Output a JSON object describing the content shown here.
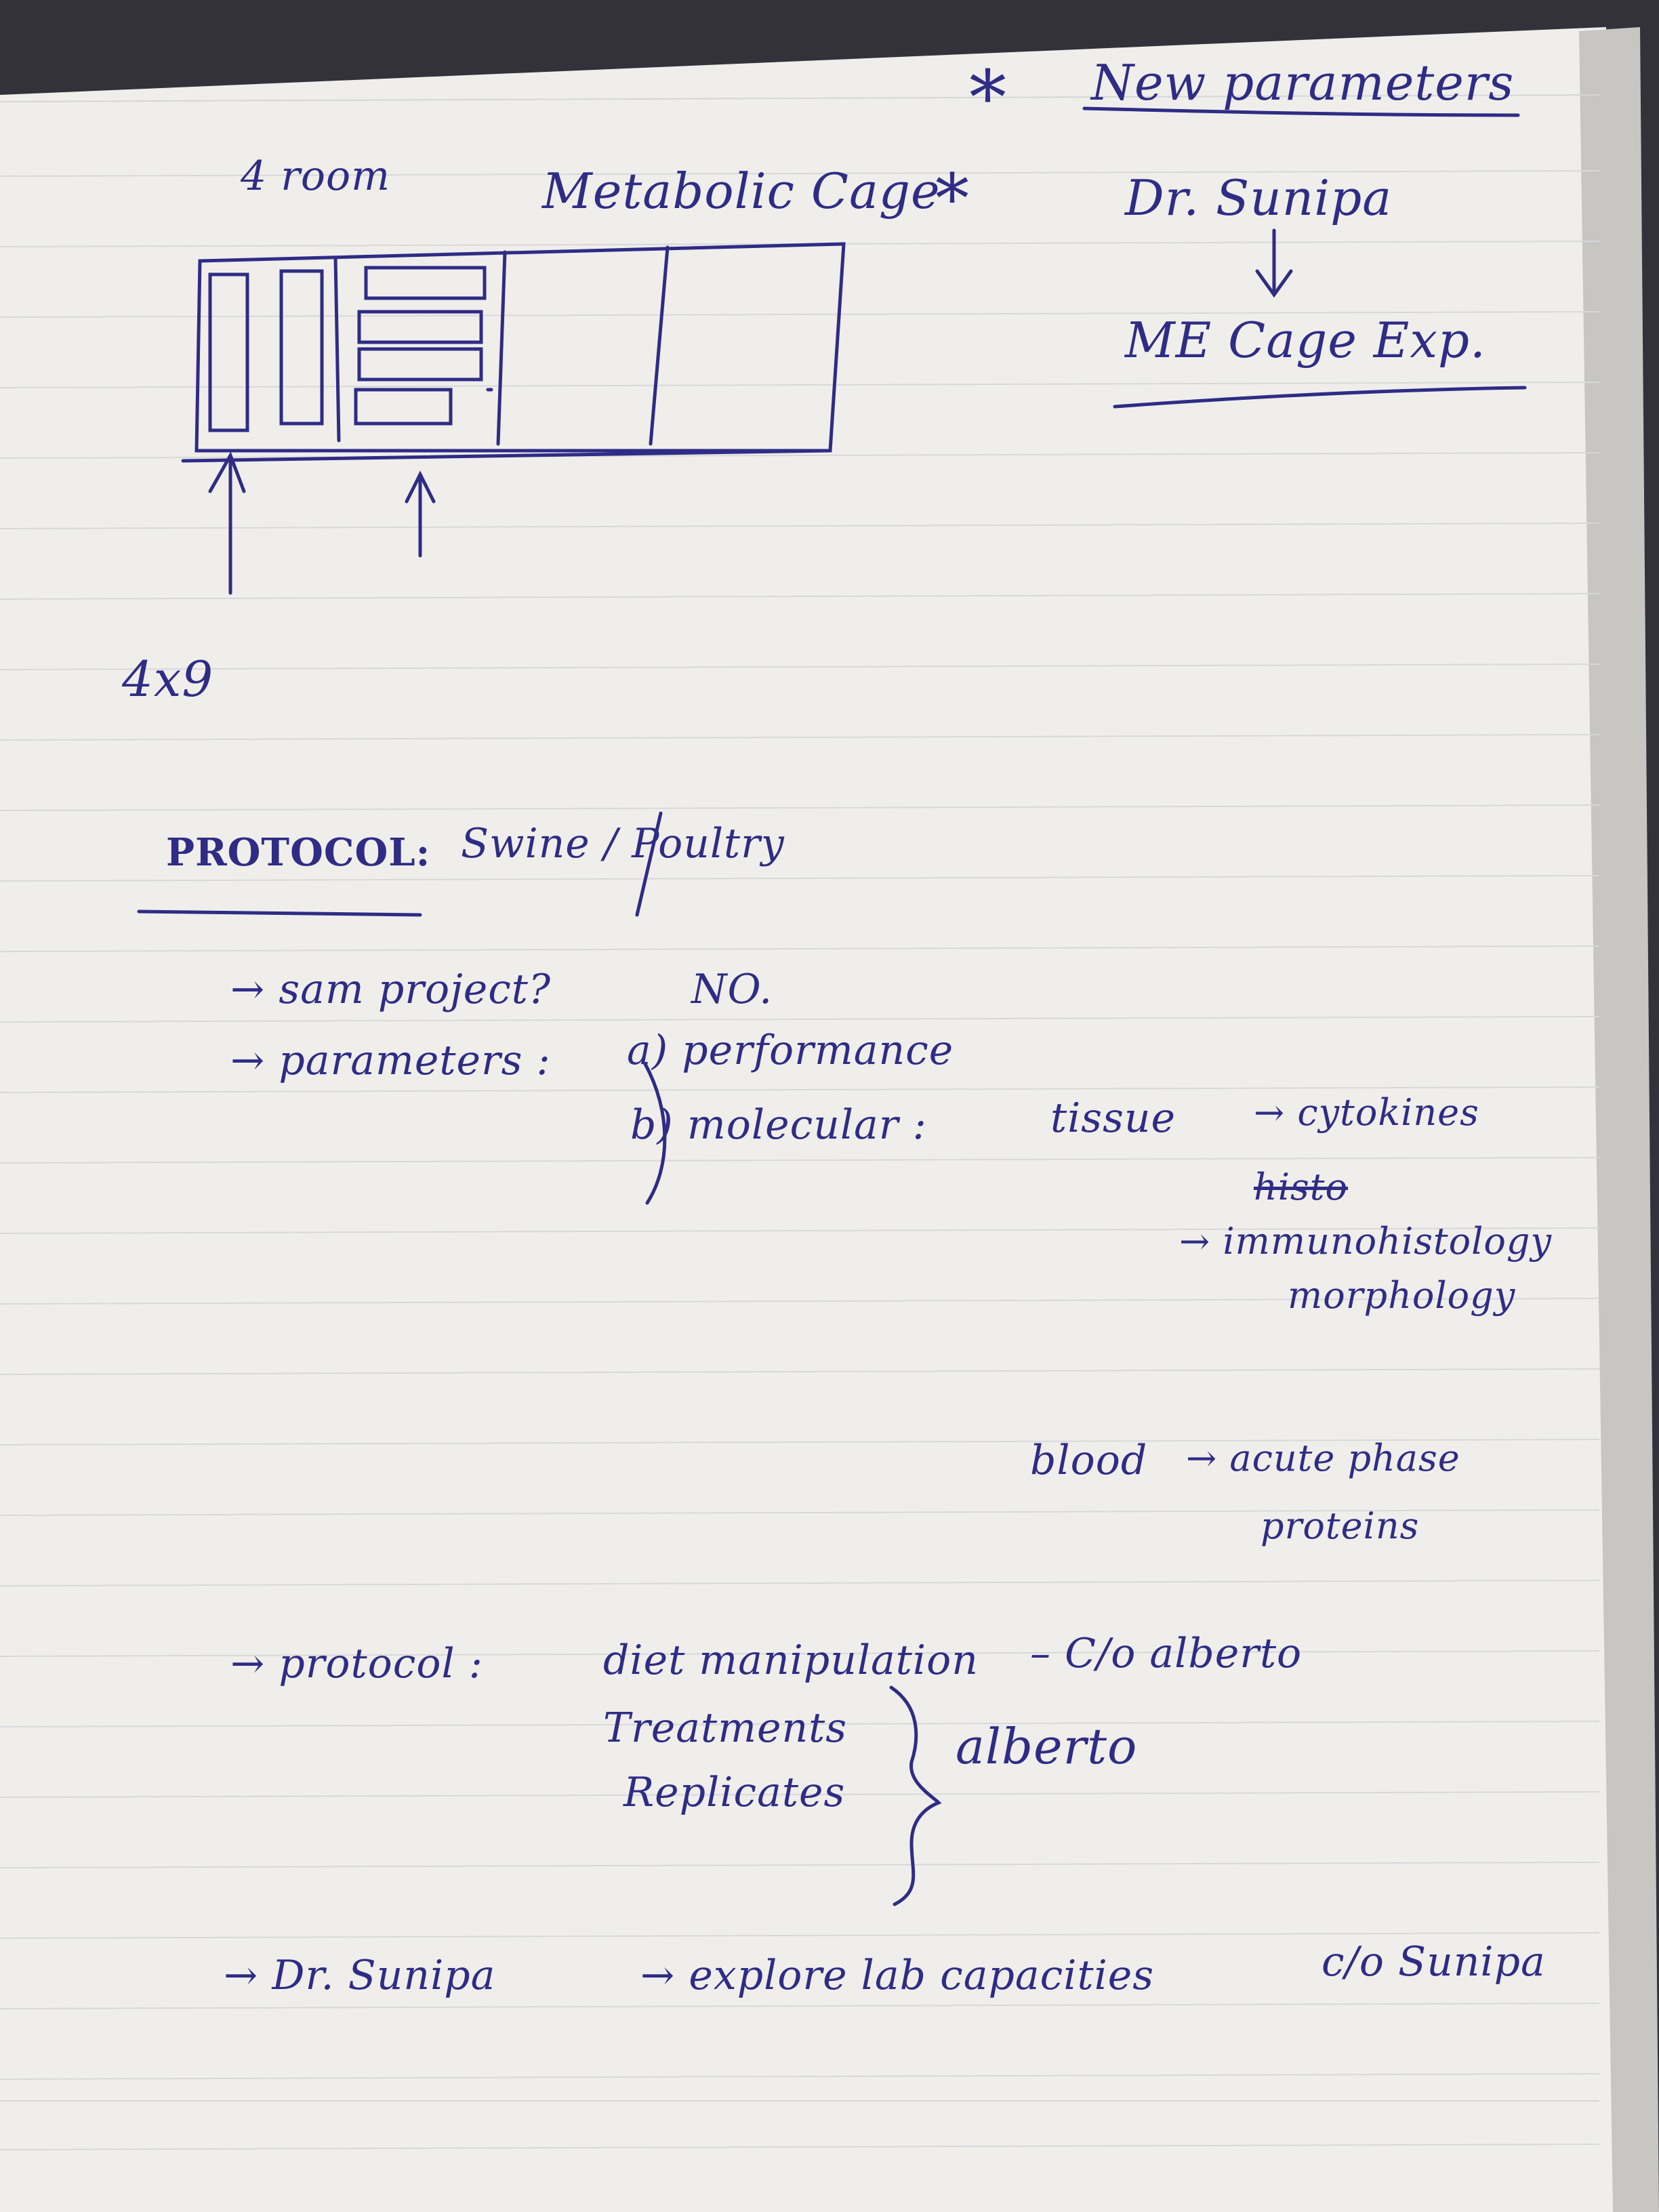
{
  "notes": {
    "header_star": "*",
    "new_parameters": "New parameters",
    "dr_name_top": "Dr. Sunipa",
    "me_cage_exp": "ME Cage Exp.",
    "four_room": "4 room",
    "metabolic_cage": "Metabolic Cage",
    "title_star": "*",
    "grid_size": "4x9",
    "protocol_label": "PROTOCOL:",
    "protocol_value": "Swine / Poultry",
    "line_same_project": "→ sam project?",
    "line_same_project_answer": "NO.",
    "line_parameters": "→ parameters :",
    "param_a": "a) performance",
    "param_b": "b) molecular :",
    "tissue": "tissue",
    "cytokines": "→ cytokines",
    "histo_struck": "histo",
    "immuno": "→ immunohistology",
    "morphology": "morphology",
    "blood": "blood",
    "acute_phase": "→ acute phase",
    "proteins": "proteins",
    "protocol_line": "→ protocol :",
    "diet_manip": "diet manipulation",
    "c_o_alberto": "– C/o alberto",
    "treatments": "Treatments",
    "replicates": "Replicates",
    "alberto": "alberto",
    "dr_sunipa_line": "→ Dr. Sunipa",
    "explore_lab": "→ explore lab capacities",
    "c_o_sunipa": "c/o Sunipa"
  }
}
